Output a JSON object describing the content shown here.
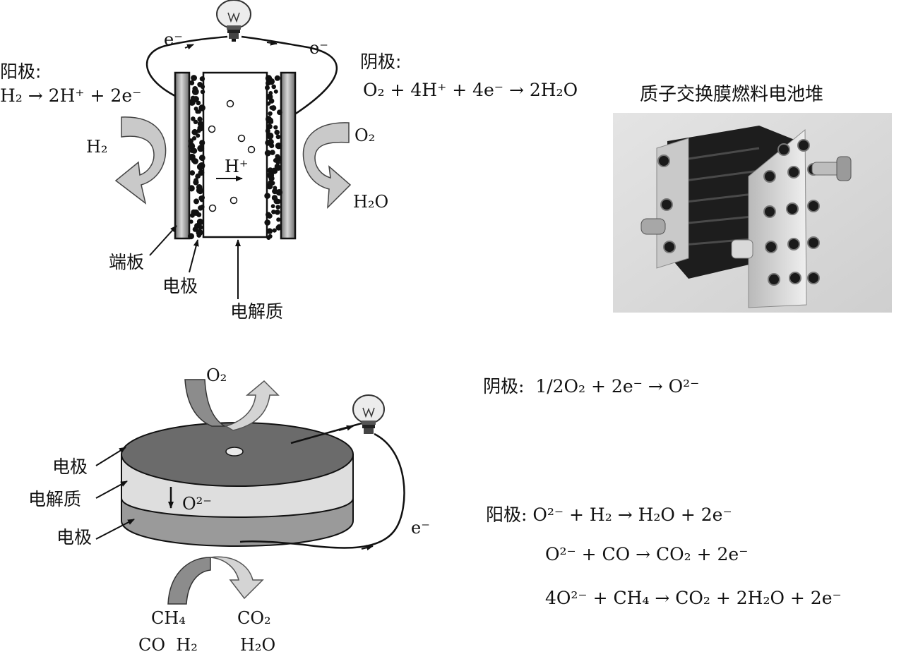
{
  "pem": {
    "anode_title": "阳极:",
    "anode_eq": "H₂ → 2H⁺ + 2e⁻",
    "cathode_title": "阴极:",
    "cathode_eq": "O₂ + 4H⁺ + 4e⁻ → 2H₂O",
    "electron_left": "e⁻",
    "electron_right": "e⁻",
    "h2_label": "H₂",
    "o2_label": "O₂",
    "h2o_label": "H₂O",
    "proton_label": "H⁺",
    "end_plate_label": "端板",
    "electrode_label": "电极",
    "electrolyte_label": "电解质"
  },
  "photo": {
    "caption": "质子交换膜燃料电池堆"
  },
  "sofc": {
    "o2_label": "O₂",
    "electrode_top_label": "电极",
    "electrolyte_label": "电解质",
    "electrode_bottom_label": "电极",
    "oxide_ion_label": "O²⁻",
    "electron_label": "e⁻",
    "fuel_in_line1": "CH₄",
    "fuel_in_line2": "CO  H₂",
    "exhaust_line1": "CO₂",
    "exhaust_line2": "H₂O",
    "cathode_eq": "阴极:  1/2O₂ + 2e⁻ → O²⁻",
    "anode_eq1": "阳极: O²⁻ + H₂ → H₂O + 2e⁻",
    "anode_eq2": "O²⁻ + CO → CO₂ + 2e⁻",
    "anode_eq3": "4O²⁻ + CH₄ → CO₂ + 2H₂O + 2e⁻"
  }
}
